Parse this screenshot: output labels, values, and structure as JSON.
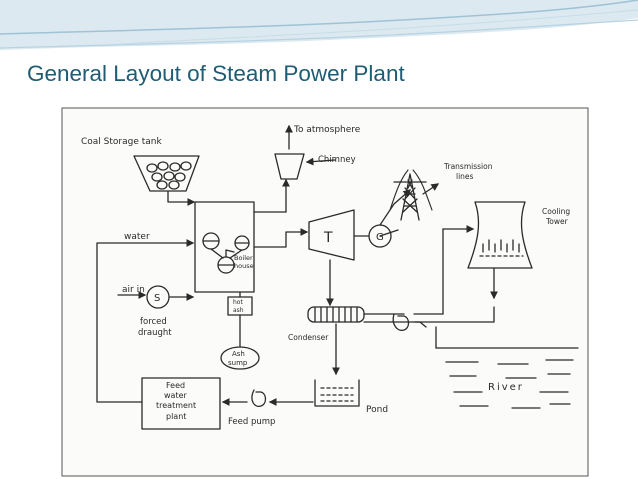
{
  "slide": {
    "title": "General Layout of Steam Power Plant"
  },
  "diagram": {
    "labels": {
      "coal_storage": "Coal Storage tank",
      "to_atmosphere": "To atmosphere",
      "chimney": "Chimney",
      "transmission_1": "Transmission",
      "transmission_2": "lines",
      "cooling_1": "Cooling",
      "cooling_2": "Tower",
      "water": "water",
      "boiler_1": "Boiler",
      "boiler_2": "house",
      "turbine": "T",
      "generator": "G",
      "air_in": "air in",
      "fan": "S",
      "forced_1": "forced",
      "forced_2": "draught",
      "hot_ash_1": "hot",
      "hot_ash_2": "ash",
      "ash_sump_1": "Ash",
      "ash_sump_2": "sump",
      "condenser": "Condenser",
      "river": "River",
      "fw_1": "Feed",
      "fw_2": "water",
      "fw_3": "treatment",
      "fw_4": "plant",
      "feed_pump": "Feed pump",
      "pond": "Pond"
    },
    "colors": {
      "title": "#1f5c73",
      "banner": "#dce9f0",
      "ink": "#2a2a2a"
    }
  }
}
